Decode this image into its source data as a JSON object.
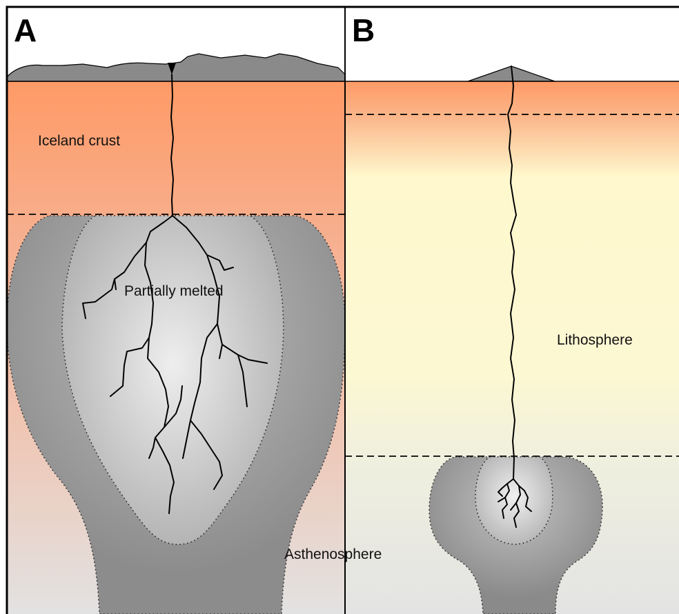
{
  "panels": [
    {
      "id": "A",
      "label": "A"
    },
    {
      "id": "B",
      "label": "B"
    }
  ],
  "labels": {
    "iceland_crust": "Iceland crust",
    "partially_melted": "Partially melted",
    "lithosphere": "Lithosphere",
    "asthenosphere": "Asthenosphere"
  },
  "colors": {
    "crust_top": "#FF9A66",
    "crust_mid": "#F6B28C",
    "mantle_bottom": "#E4E4E4",
    "lithosphere": "#FFFAD2",
    "plume_outer": "#8C8C8C",
    "plume_inner": "#E8E8E8",
    "volcano": "#8A8A8A",
    "lines": "#000000"
  }
}
